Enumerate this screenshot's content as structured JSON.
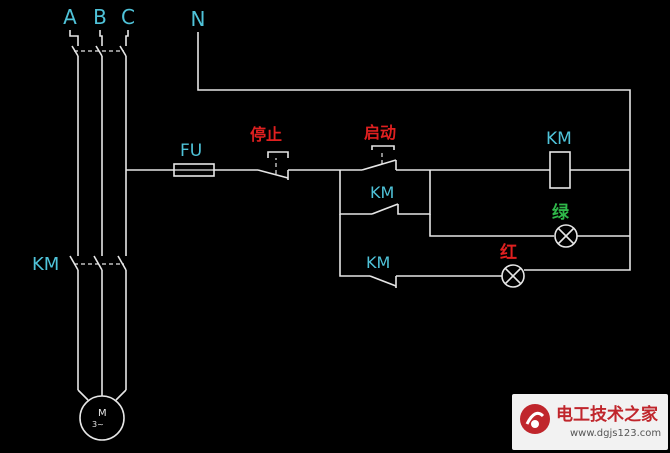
{
  "phases": [
    "A",
    "B",
    "C"
  ],
  "neutral": "N",
  "main_contactor_label": "KM",
  "fuse_label": "FU",
  "stop_label": "停止",
  "start_label": "启动",
  "coil_label": "KM",
  "holding_contact_label": "KM",
  "nc_contact_label": "KM",
  "green_lamp_label": "绿",
  "red_lamp_label": "红",
  "motor": {
    "symbol": "M",
    "phase": "3~"
  },
  "watermark": {
    "name": "电工技术之家",
    "url": "www.dgjs123.com"
  },
  "colors": {
    "wire": "#e6e6e6",
    "label": "#4fc3d9",
    "red": "#e02020",
    "green": "#2fb84a"
  }
}
